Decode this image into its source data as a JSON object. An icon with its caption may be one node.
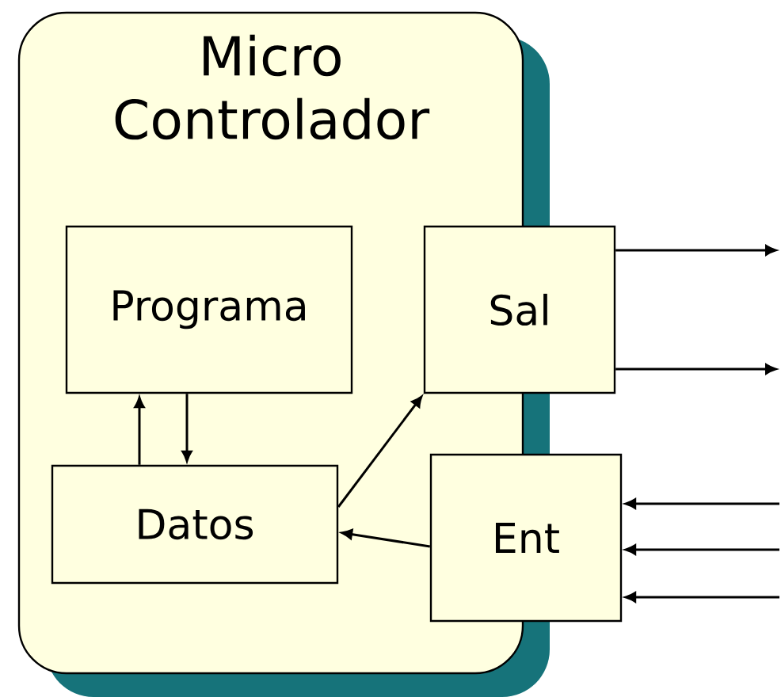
{
  "diagram": {
    "nodes": [
      {
        "text": [
          "Micro Controlador"
        ]
      },
      {
        "text": [
          "Programa"
        ],
        "in": 0
      },
      {
        "text": [
          "Datos"
        ],
        "in": 0
      },
      {
        "text": [
          "Sal"
        ]
      },
      {
        "text": [
          "Ent"
        ]
      }
    ],
    "edges": [
      {
        "from": 2,
        "to": 1,
        "arrow": "to"
      },
      {
        "from": 1,
        "to": 2,
        "arrow": "to"
      },
      {
        "from": 2,
        "to": 3,
        "arrow": "to"
      },
      {
        "from": 4,
        "to": 2,
        "arrow": "to"
      },
      {
        "from": 3,
        "to": null,
        "arrow": "to"
      },
      {
        "from": 3,
        "to": null,
        "arrow": "to"
      },
      {
        "from": null,
        "to": 4,
        "arrow": "to"
      },
      {
        "from": null,
        "to": 4,
        "arrow": "to"
      },
      {
        "from": null,
        "to": 4,
        "arrow": "to"
      }
    ]
  }
}
